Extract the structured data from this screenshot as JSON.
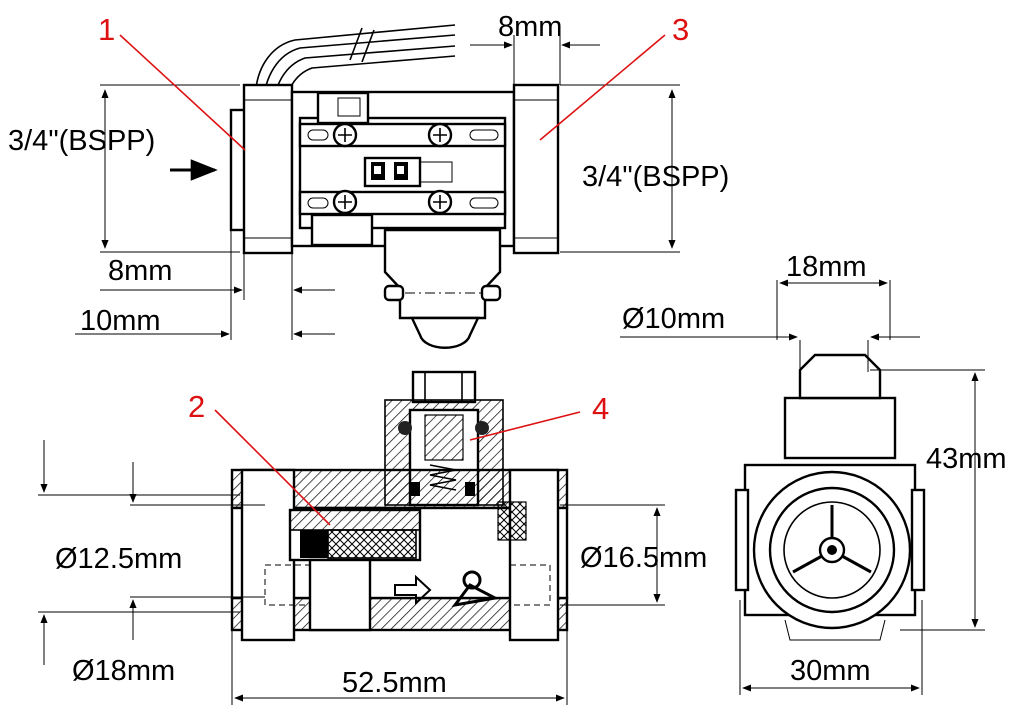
{
  "colors": {
    "callout": "#d11111",
    "line": "#000000",
    "background": "#ffffff"
  },
  "callouts": [
    "1",
    "2",
    "3",
    "4"
  ],
  "dimensions": {
    "top_width_8mm": "8mm",
    "inlet_thread": "3/4\"(BSPP)",
    "outlet_thread": "3/4\"(BSPP)",
    "left_8mm": "8mm",
    "left_10mm": "10mm",
    "side_18mm": "18mm",
    "side_d10mm": "Ø10mm",
    "side_43mm": "43mm",
    "side_30mm": "30mm",
    "section_d12_5mm": "Ø12.5mm",
    "section_d16_5mm": "Ø16.5mm",
    "section_d18mm": "Ø18mm",
    "section_52_5mm": "52.5mm"
  }
}
